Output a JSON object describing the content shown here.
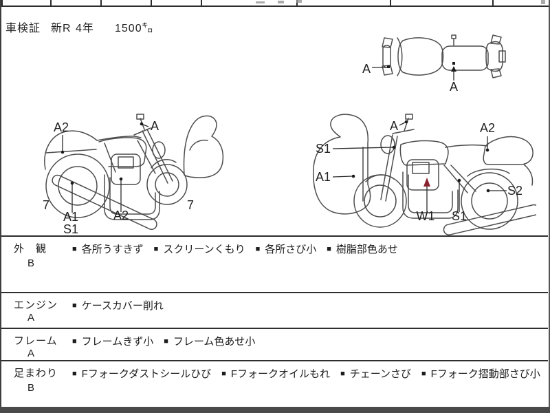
{
  "header": {
    "registration_label": "車検証",
    "registration_type": "新R",
    "registration_years": "4年",
    "mileage": "1500㌔"
  },
  "diagrams": {
    "top_view": {
      "front_label": "A",
      "seat_label": "A"
    },
    "left_bike": {
      "rear_cowl_label": "A2",
      "mirror_label": "A",
      "left_score": "7",
      "muffler_label_1": "A1",
      "muffler_label_2": "S1",
      "engine_label": "A2",
      "right_score": "7"
    },
    "right_bike": {
      "mirror_label": "A",
      "rear_cowl_label": "A2",
      "headlight_label": "S1",
      "front_fender_label": "A1",
      "engine_label": "W1",
      "frame_label": "S1",
      "rear_wheel_label": "S2"
    }
  },
  "condition_table": {
    "bullet": "■",
    "rows": [
      {
        "category": "外　観",
        "grade": "B",
        "items": [
          "各所うすきず",
          "スクリーンくもり",
          "各所さび小",
          "樹脂部色あせ"
        ]
      },
      {
        "category": "エンジン",
        "grade": "A",
        "items": [
          "ケースカバー削れ"
        ]
      },
      {
        "category": "フレーム",
        "grade": "A",
        "items": [
          "フレームきず小",
          "フレーム色あせ小"
        ]
      },
      {
        "category": "足まわり",
        "grade": "B",
        "items": [
          "Fフォークダストシールひび",
          "Fフォークオイルもれ",
          "チェーンさび",
          "Fフォーク摺動部さび小"
        ]
      }
    ]
  },
  "colors": {
    "line": "#4c4c4c",
    "w1_marker": "#8a2230"
  }
}
